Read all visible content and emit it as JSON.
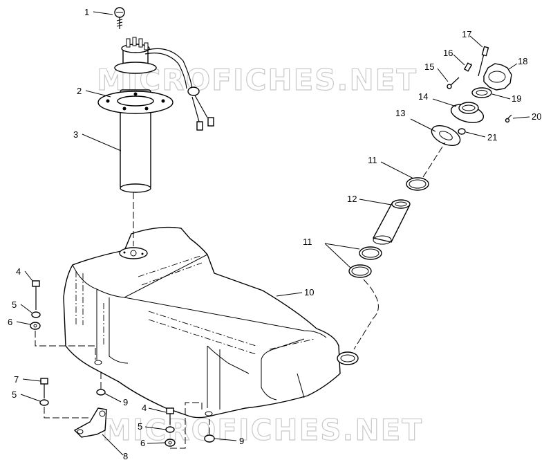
{
  "watermark": "MICROFICHES.NET",
  "callouts": {
    "c1": "1",
    "c2": "2",
    "c3": "3",
    "c4a": "4",
    "c5a": "5",
    "c6a": "6",
    "c7": "7",
    "c5b": "5",
    "c9a": "9",
    "c8": "8",
    "c4b": "4",
    "c5c": "5",
    "c6b": "6",
    "c9b": "9",
    "c10": "10",
    "c11a": "11",
    "c11b": "11",
    "c12": "12",
    "c13": "13",
    "c14": "14",
    "c15": "15",
    "c16": "16",
    "c17": "17",
    "c18": "18",
    "c19": "19",
    "c20": "20",
    "c21": "21"
  },
  "colors": {
    "line": "#000000",
    "paper": "#ffffff",
    "watermark": "#c9c9c9"
  }
}
